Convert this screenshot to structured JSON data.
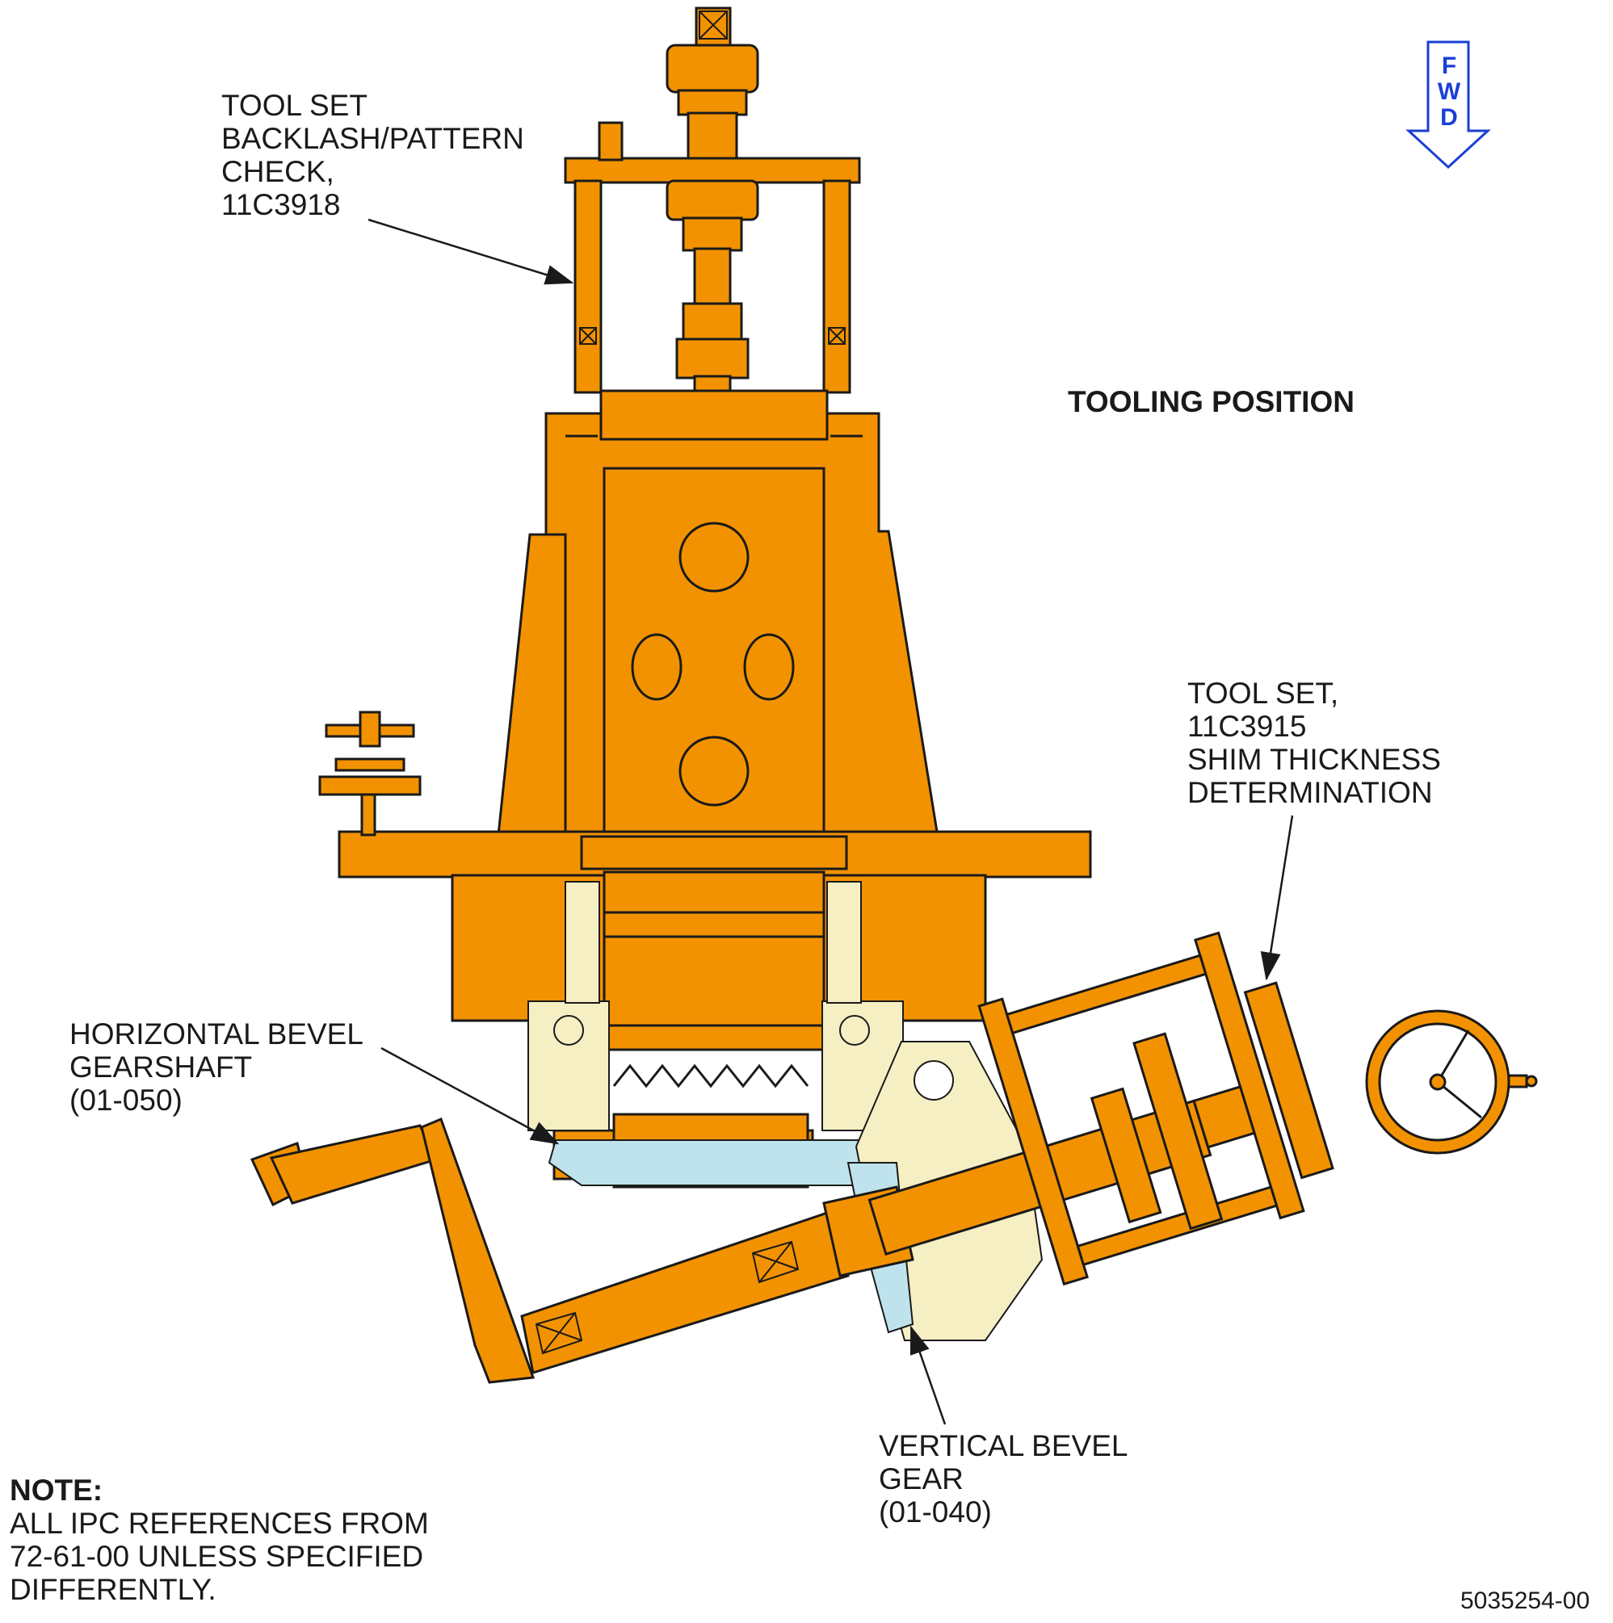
{
  "labels": {
    "tooling_position": "TOOLING POSITION",
    "tool_set_backlash": [
      "TOOL SET",
      "BACKLASH/PATTERN",
      "CHECK,",
      "11C3918"
    ],
    "tool_set_shim": [
      "TOOL SET,",
      "11C3915",
      "SHIM THICKNESS",
      "DETERMINATION"
    ],
    "horizontal_bevel": [
      "HORIZONTAL BEVEL",
      "GEARSHAFT",
      "(01-050)"
    ],
    "vertical_bevel": [
      "VERTICAL BEVEL",
      "GEAR",
      "(01-040)"
    ],
    "note_title": "NOTE:",
    "note_lines": [
      "ALL IPC REFERENCES FROM",
      "72-61-00 UNLESS SPECIFIED",
      "DIFFERENTLY."
    ],
    "figure_code": "5035254-00"
  },
  "fwd_arrow": {
    "letters": [
      "F",
      "W",
      "D"
    ],
    "color": "#1a3fd6"
  },
  "colors": {
    "tool": "#f39200",
    "part_blue": "#bfe3ec",
    "part_cream": "#f6efc4",
    "line": "#1a1a1a"
  }
}
